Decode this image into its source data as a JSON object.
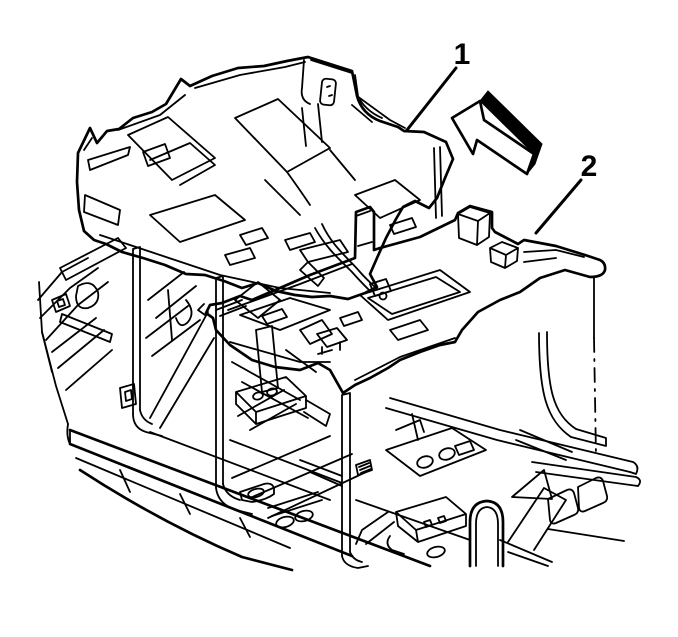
{
  "figure": {
    "kind": "exploded-parts-line-drawing",
    "subject": "floor-carpet-installation-over-vehicle-floor-pan",
    "background_color": "#ffffff",
    "line_color": "#000000",
    "callouts": [
      {
        "number": "1",
        "points_to": "front-floor-carpet"
      },
      {
        "number": "2",
        "points_to": "rear-floor-carpet"
      }
    ],
    "icons": {
      "direction_arrow": "front-of-vehicle-arrow"
    }
  }
}
